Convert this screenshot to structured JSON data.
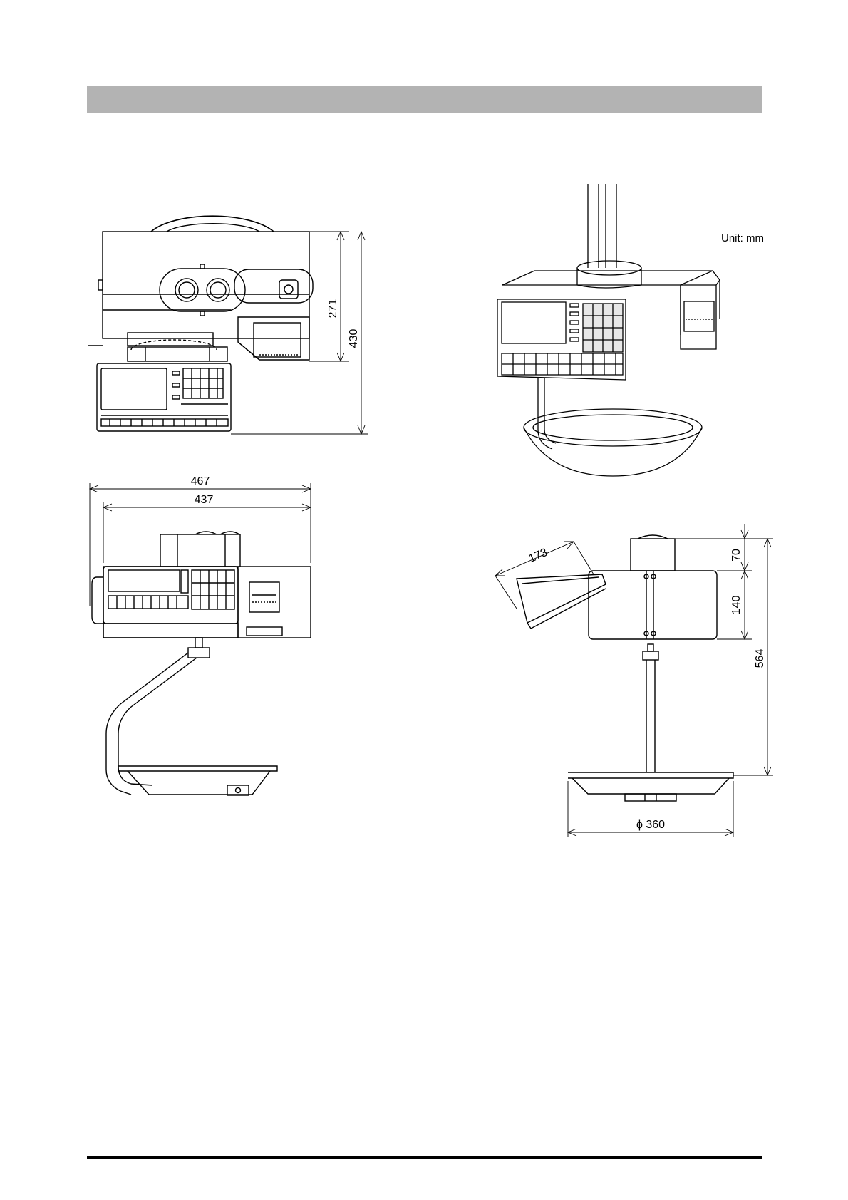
{
  "page": {
    "section_title": ""
  },
  "figure": {
    "unit_label": "Unit: mm",
    "dimensions": {
      "top_view_height_body": "271",
      "top_view_height_total": "430",
      "front_width_overall": "467",
      "front_width_body": "437",
      "side_display_tilt": "173",
      "side_head_height": "70",
      "side_body_height": "140",
      "side_total_height": "564",
      "tray_diameter": "ϕ 360"
    }
  }
}
